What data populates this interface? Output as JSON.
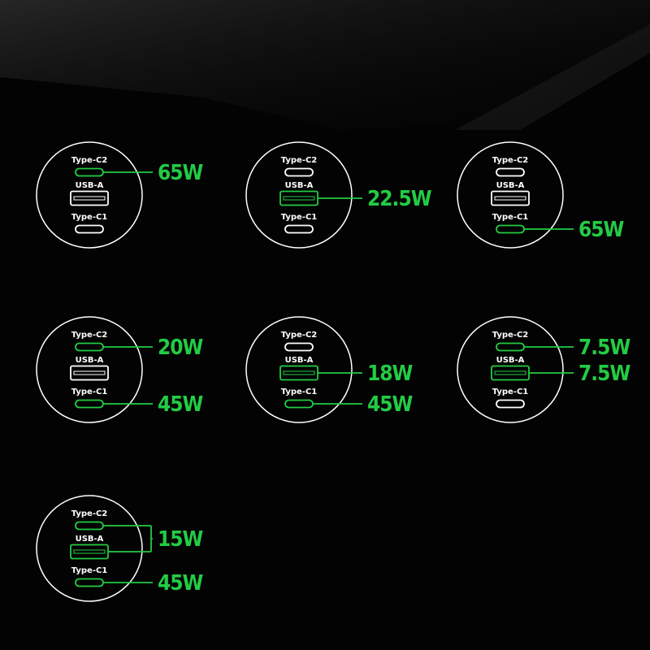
{
  "colors": {
    "background": "#030303",
    "active": "#22cc44",
    "inactive": "#ffffff"
  },
  "port_labels": [
    "Type-C2",
    "USB-A",
    "Type-C1"
  ],
  "configurations": [
    {
      "active": [
        true,
        false,
        false
      ],
      "outputs": [
        {
          "text": "65W",
          "port": 0
        }
      ]
    },
    {
      "active": [
        false,
        true,
        false
      ],
      "outputs": [
        {
          "text": "22.5W",
          "port": 1
        }
      ]
    },
    {
      "active": [
        false,
        false,
        true
      ],
      "outputs": [
        {
          "text": "65W",
          "port": 2
        }
      ]
    },
    {
      "active": [
        true,
        false,
        true
      ],
      "outputs": [
        {
          "text": "20W",
          "port": 0
        },
        {
          "text": "45W",
          "port": 2
        }
      ]
    },
    {
      "active": [
        false,
        true,
        true
      ],
      "outputs": [
        {
          "text": "18W",
          "port": 1
        },
        {
          "text": "45W",
          "port": 2
        }
      ]
    },
    {
      "active": [
        true,
        true,
        false
      ],
      "outputs": [
        {
          "text": "7.5W",
          "port": 0
        },
        {
          "text": "7.5W",
          "port": 1
        }
      ]
    },
    {
      "active": [
        true,
        true,
        true
      ],
      "outputs": [
        {
          "text": "15W",
          "ports": [
            0,
            1
          ]
        },
        {
          "text": "45W",
          "port": 2
        }
      ]
    }
  ]
}
